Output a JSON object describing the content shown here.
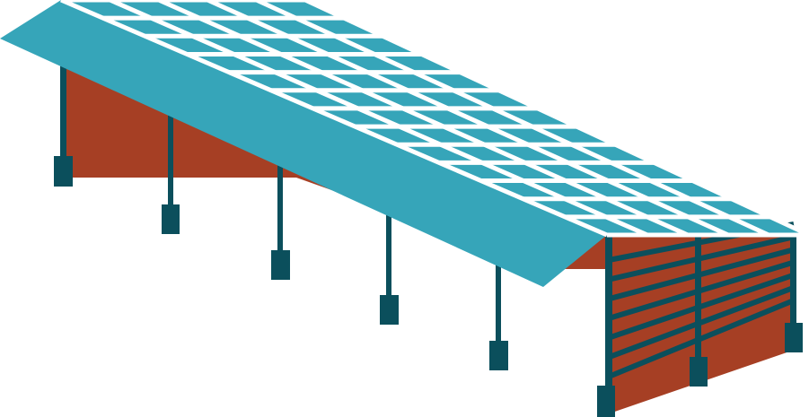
{
  "illustration": {
    "subject": "solar-carport-shelter",
    "colors": {
      "roof": "#36a5b9",
      "panel": "#36a5b9",
      "panel_grid": "#ffffff",
      "wall": "#a63f24",
      "frame": "#0b4f5c",
      "background": "#ffffff"
    },
    "front_post_count": 5,
    "panel_columns": 5,
    "panel_rows": 13,
    "end_rail_count": 7
  }
}
